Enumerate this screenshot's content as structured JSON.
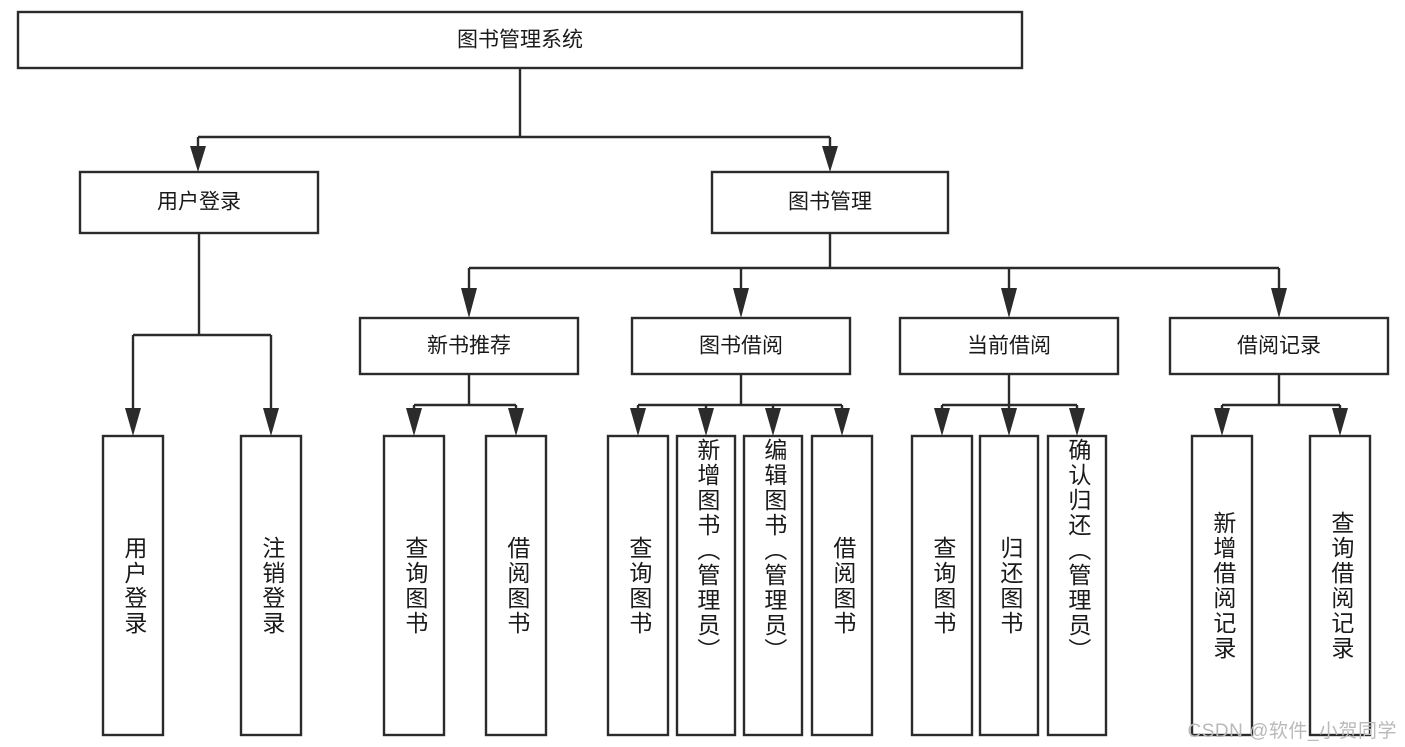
{
  "diagram": {
    "title": "图书管理系统",
    "type": "tree-hierarchy-diagram",
    "colors": {
      "stroke": "#2b2b2b",
      "box_fill": "#ffffff",
      "text": "#1a1a1a",
      "background": "#ffffff",
      "watermark": "#b9b9b9"
    },
    "root": {
      "label": "图书管理系统"
    },
    "level1": [
      {
        "label": "用户登录"
      },
      {
        "label": "图书管理"
      }
    ],
    "level2": [
      {
        "label": "新书推荐"
      },
      {
        "label": "图书借阅"
      },
      {
        "label": "当前借阅"
      },
      {
        "label": "借阅记录"
      }
    ],
    "leaves": {
      "user_login": [
        {
          "label": "用户登录"
        },
        {
          "label": "注销登录"
        }
      ],
      "new_book_recommend": [
        {
          "label": "查询图书"
        },
        {
          "label": "借阅图书"
        }
      ],
      "book_borrow": [
        {
          "label": "查询图书"
        },
        {
          "label": "新增图书（管理员）"
        },
        {
          "label": "编辑图书（管理员）"
        },
        {
          "label": "借阅图书"
        }
      ],
      "current_borrow": [
        {
          "label": "查询图书"
        },
        {
          "label": "归还图书"
        },
        {
          "label": "确认归还（管理员）"
        }
      ],
      "borrow_record": [
        {
          "label": "新增借阅记录"
        },
        {
          "label": "查询借阅记录"
        }
      ]
    }
  },
  "watermark": {
    "text": "CSDN @软件_小贺同学"
  }
}
